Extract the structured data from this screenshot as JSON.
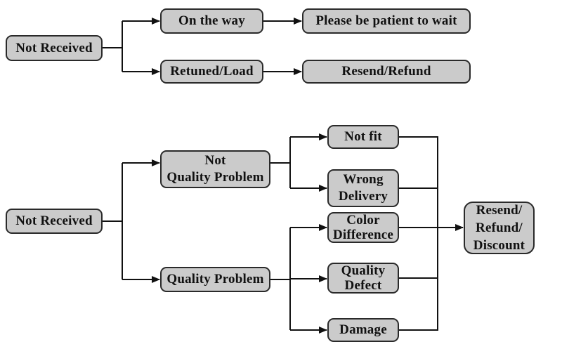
{
  "colors": {
    "background": "#ffffff",
    "node_fill": "#cbcbcb",
    "node_border": "#2a2a2a",
    "connector": "#111111",
    "text": "#111111"
  },
  "top_flow": {
    "root": "Not Received",
    "branches": [
      {
        "node": "On the way",
        "outcome": "Please be patient to wait"
      },
      {
        "node": "Retuned/Load",
        "outcome": "Resend/Refund"
      }
    ]
  },
  "bottom_flow": {
    "root": "Not Received",
    "branches": [
      {
        "node": "Not\nQuality Problem",
        "reasons": [
          "Not fit",
          "Wrong\nDelivery"
        ]
      },
      {
        "node": "Quality Problem",
        "reasons": [
          "Color\nDifference",
          "Quality\nDefect",
          "Damage"
        ]
      }
    ],
    "outcome": "Resend/\nRefund/\nDiscount"
  }
}
